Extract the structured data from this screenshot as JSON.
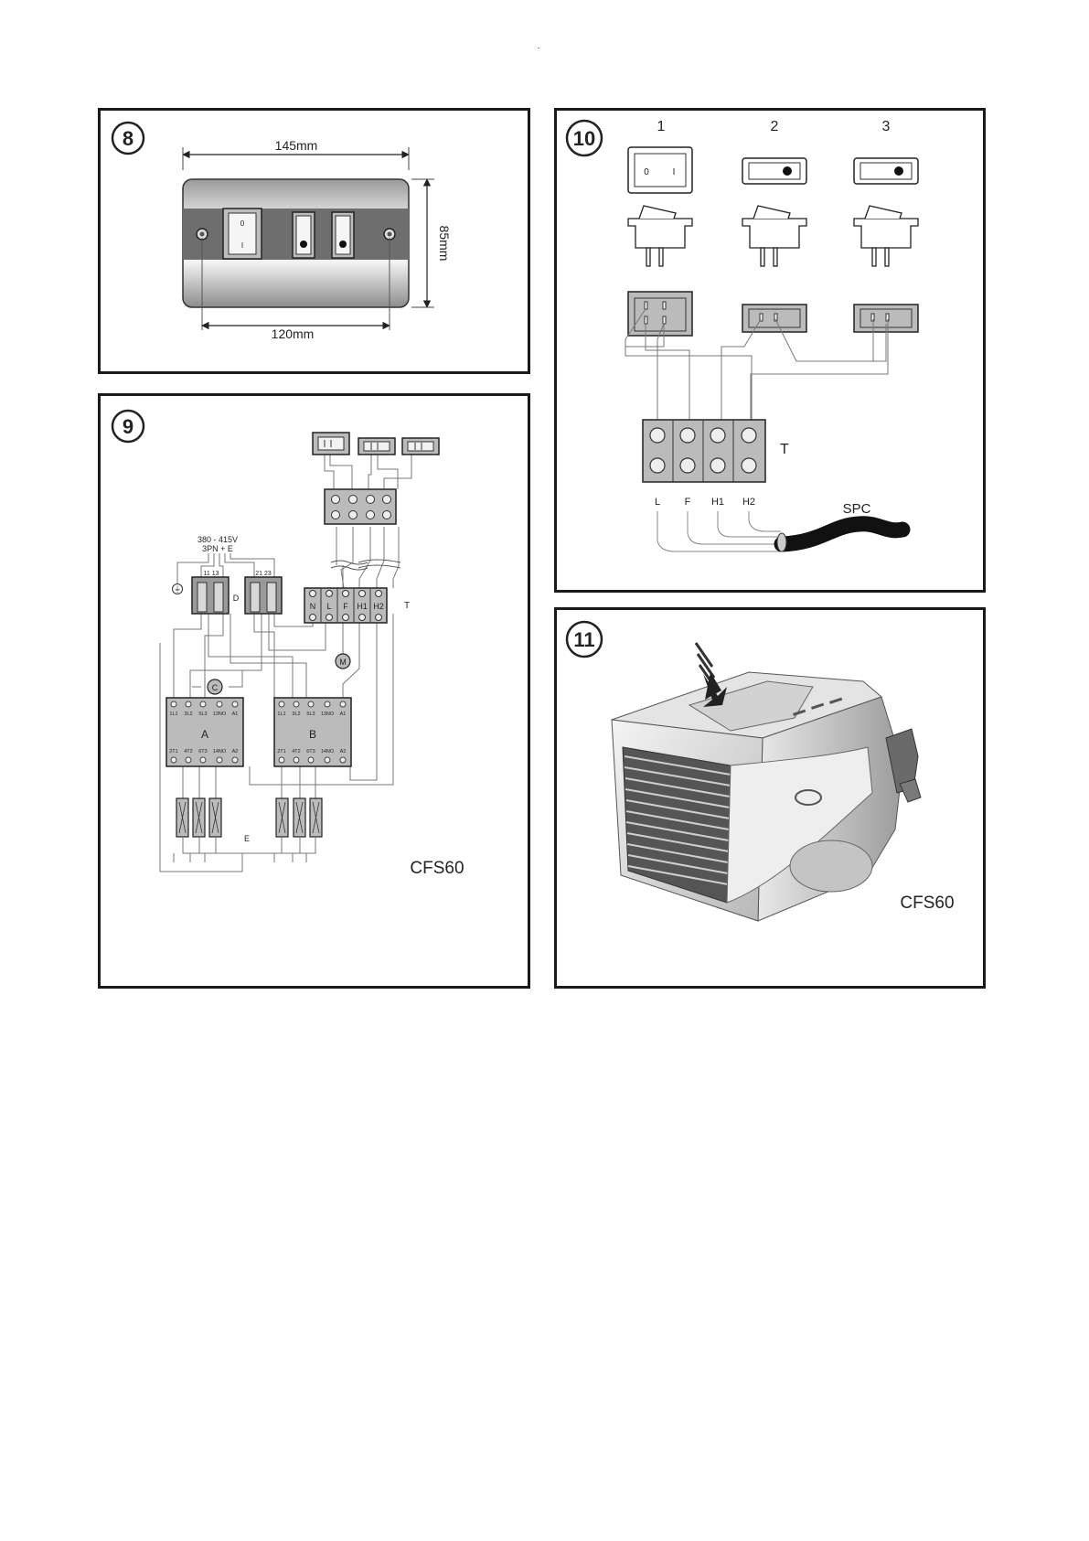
{
  "panels": {
    "p8": {
      "number": "8",
      "width_label": "145mm",
      "height_label": "85mm",
      "hole_label": "120mm",
      "main_switch": {
        "off": "0",
        "on": "I"
      }
    },
    "p9": {
      "number": "9",
      "supply_label_1": "380 - 415V",
      "supply_label_2": "3PN + E",
      "isolator_label": "D",
      "isolator_contacts_1": "11 13",
      "isolator_contacts_2": "21 23",
      "terminal_terminals": [
        "N",
        "L",
        "F",
        "H1",
        "H2"
      ],
      "terminal_label": "T",
      "motor_label": "M",
      "capacitor_label": "C",
      "contactor_a_label": "A",
      "contactor_b_label": "B",
      "contactor_top_pins": [
        "1L1",
        "3L2",
        "5L3",
        "13NO",
        "A1"
      ],
      "contactor_bottom_pins": [
        "2T1",
        "4T2",
        "6T3",
        "14NO",
        "A2"
      ],
      "element_label": "E",
      "earth_symbol": "⏚",
      "model": "CFS60"
    },
    "p10": {
      "number": "10",
      "switch_numbers": [
        "1",
        "2",
        "3"
      ],
      "main_switch": {
        "off": "0",
        "on": "I"
      },
      "terminal_label": "T",
      "terminal_terminals": [
        "L",
        "F",
        "H1",
        "H2"
      ],
      "cable_label": "SPC"
    },
    "p11": {
      "number": "11",
      "model": "CFS60"
    }
  }
}
